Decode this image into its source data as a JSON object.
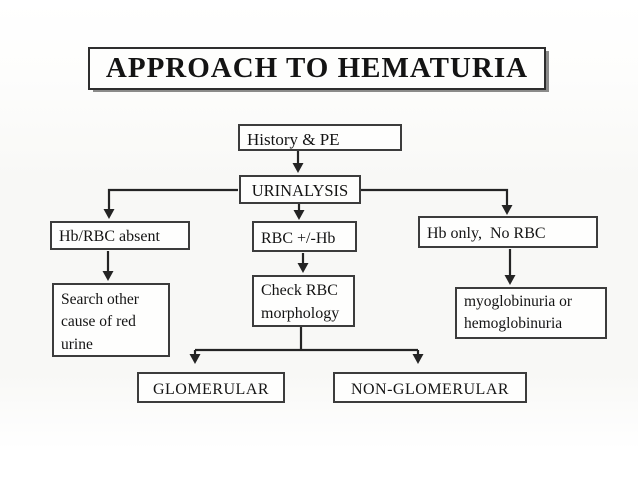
{
  "title": {
    "text": "APPROACH TO HEMATURIA"
  },
  "nodes": {
    "history_pe": {
      "label": "History & PE"
    },
    "urinalysis": {
      "label": "URINALYSIS"
    },
    "hb_rbc_absent": {
      "label": "Hb/RBC absent"
    },
    "rbc_plus_minus_hb": {
      "label": "RBC +/-Hb"
    },
    "hb_only_no_rbc": {
      "label": "Hb only,  No RBC"
    },
    "search_other_cause": {
      "label": "Search other cause of red urine"
    },
    "check_rbc_morphology": {
      "label": "Check RBC morphology"
    },
    "myoglobinuria_hemoglobinuria": {
      "label": "myoglobinuria or hemoglobinuria"
    },
    "glomerular": {
      "label": "GLOMERULAR"
    },
    "non_glomerular": {
      "label": "NON-GLOMERULAR"
    }
  },
  "colors": {
    "background": "#fdfdfc",
    "box_border": "#3c3c3c",
    "text": "#141414",
    "line": "#242424"
  }
}
